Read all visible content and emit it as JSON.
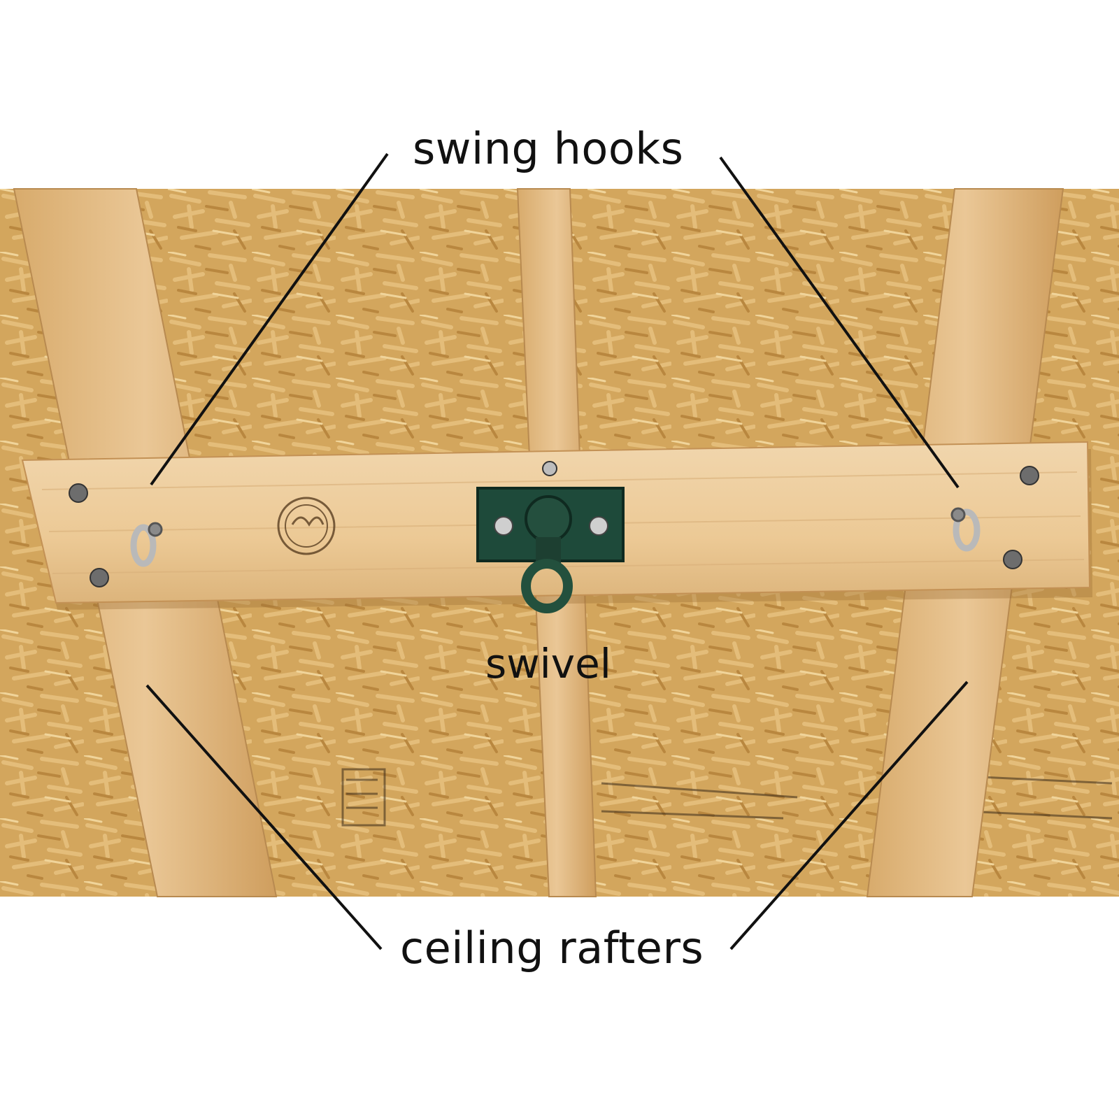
{
  "labels": {
    "swing_hooks": "swing hooks",
    "swivel": "swivel",
    "ceiling_rafters": "ceiling rafters"
  },
  "colors": {
    "background": "#ffffff",
    "osb": "#d2a65c",
    "lumber": "#e9c48f",
    "bracket": "#1e4a3a",
    "leader_line": "#111111"
  },
  "icons": [
    "eye-bolt-hook",
    "swivel-bracket",
    "logo-seal"
  ]
}
